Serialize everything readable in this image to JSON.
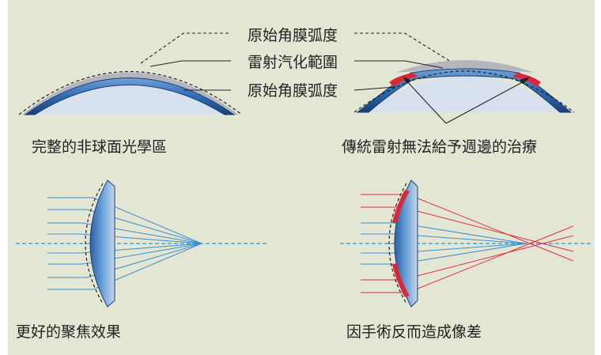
{
  "labels": {
    "original_curvature_top": "原始角膜弧度",
    "ablation_zone": "雷射汽化範圍",
    "original_curvature_bottom": "原始角膜弧度"
  },
  "captions": {
    "top_left": "完整的非球面光學區",
    "top_right": "傳統雷射無法給予週邊的治療",
    "bottom_left": "更好的聚焦效果",
    "bottom_right": "因手術反而造成像差"
  },
  "colors": {
    "background": "#e4e6d4",
    "cornea_blue": "#3f7ec6",
    "cornea_light": "#c9d9ec",
    "ablation_gray": "#b9bcc6",
    "red": "#d9283a",
    "ray_blue": "#3a8fd0",
    "ray_red": "#e0303c",
    "axis": "#2e95d3"
  }
}
